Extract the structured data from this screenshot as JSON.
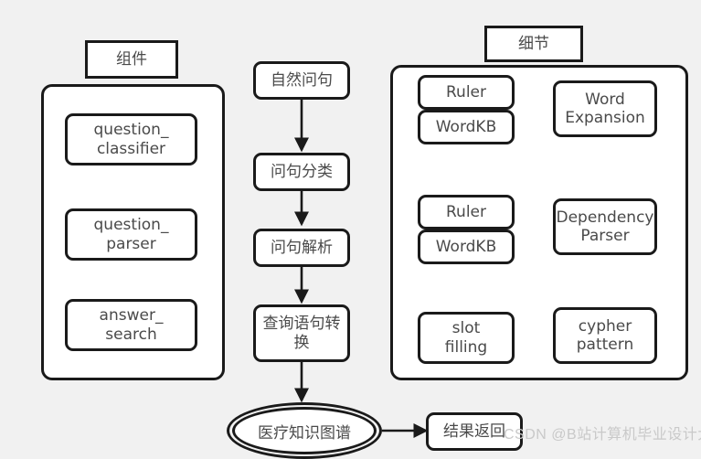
{
  "diagram": {
    "background_color": "#f1f1f1",
    "stroke_color": "#1a1a1a",
    "text_color": "#4a4a4a",
    "headers": {
      "components": "组件",
      "details": "细节"
    },
    "components_panel": {
      "items": [
        {
          "label": "question_\nclassifier"
        },
        {
          "label": "question_\nparser"
        },
        {
          "label": "answer_\nsearch"
        }
      ]
    },
    "flow": {
      "steps": [
        {
          "label": "自然问句"
        },
        {
          "label": "问句分类"
        },
        {
          "label": "问句解析"
        },
        {
          "label": "查询语句转\n换"
        }
      ],
      "database": {
        "label": "医疗知识图谱"
      },
      "result": {
        "label": "结果返回"
      }
    },
    "details_panel": {
      "rows": [
        {
          "left_stack": [
            {
              "label": "Ruler"
            },
            {
              "label": "WordKB"
            }
          ],
          "right": {
            "label": "Word\nExpansion"
          }
        },
        {
          "left_stack": [
            {
              "label": "Ruler"
            },
            {
              "label": "WordKB"
            }
          ],
          "right": {
            "label": "Dependency\nParser"
          }
        },
        {
          "left_stack": [
            {
              "label": "slot\nfilling"
            }
          ],
          "right": {
            "label": "cypher\npattern"
          }
        }
      ]
    },
    "watermark": {
      "text": "CSDN @B站计算机毕业设计大学"
    }
  }
}
